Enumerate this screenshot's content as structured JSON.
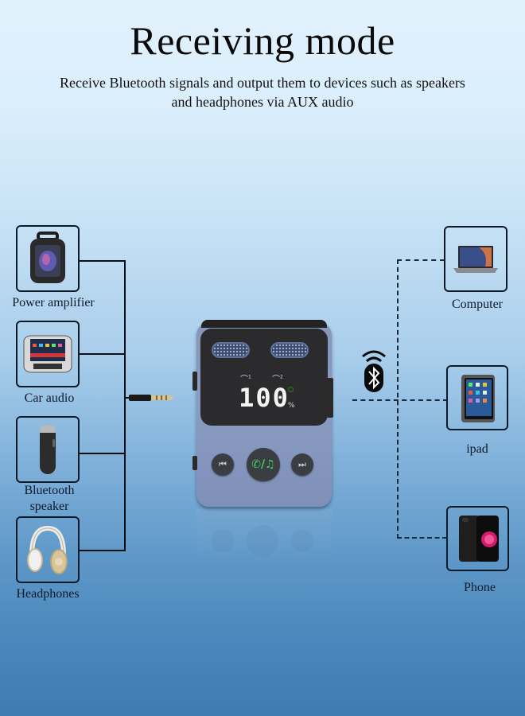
{
  "header": {
    "title": "Receiving mode",
    "subtitle_line1": "Receive Bluetooth signals and output them to devices such as speakers",
    "subtitle_line2": "and headphones via AUX audio"
  },
  "output_devices": [
    {
      "label": "Power amplifier",
      "icon": "portable-speaker-icon"
    },
    {
      "label": "Car audio",
      "icon": "car-stereo-icon"
    },
    {
      "label": "Bluetooth speaker",
      "label_line1": "Bluetooth",
      "label_line2": "speaker",
      "icon": "bluetooth-speaker-icon"
    },
    {
      "label": "Headphones",
      "icon": "headphones-icon"
    }
  ],
  "source_devices": [
    {
      "label": "Computer",
      "icon": "laptop-icon"
    },
    {
      "label": "ipad",
      "icon": "tablet-icon"
    },
    {
      "label": "Phone",
      "icon": "smartphone-icon"
    }
  ],
  "device": {
    "display_value": "100",
    "display_unit": "%",
    "headphone_1": "1",
    "headphone_2": "2",
    "prev_button": "⏮",
    "call_music_button": "✆/♫",
    "next_button": "⏭",
    "accent_color": "#3fd35a"
  },
  "connections": {
    "aux_link": "AUX cable (solid)",
    "bluetooth_link": "Bluetooth (dashed)",
    "bluetooth_icon": "bluetooth-icon"
  }
}
